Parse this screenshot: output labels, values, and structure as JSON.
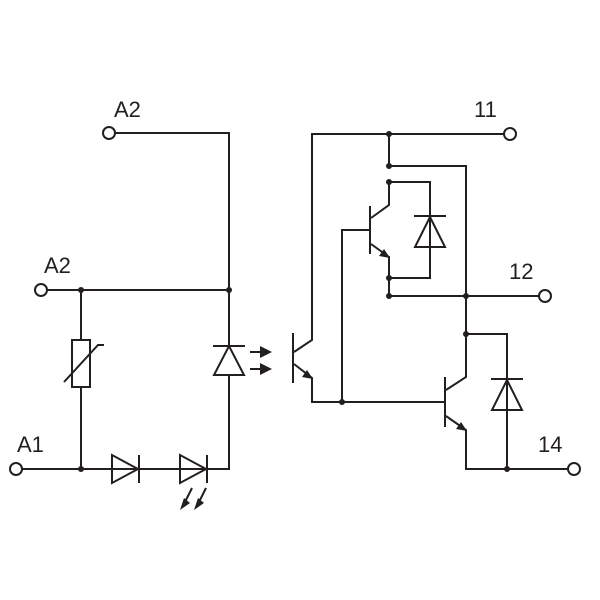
{
  "diagram": {
    "line_color": "#231f20",
    "background": "#ffffff",
    "terminals": {
      "a2_top": "A2",
      "a2_mid": "A2",
      "a1": "A1",
      "t11": "11",
      "t12": "12",
      "t14": "14"
    },
    "components": [
      "varistor",
      "rectifier-diode",
      "indicator-led",
      "optocoupler-emitter-led",
      "phototransistor",
      "driver-transistor",
      "driver-freewheel-diode",
      "output-transistor",
      "output-freewheel-diode"
    ]
  }
}
